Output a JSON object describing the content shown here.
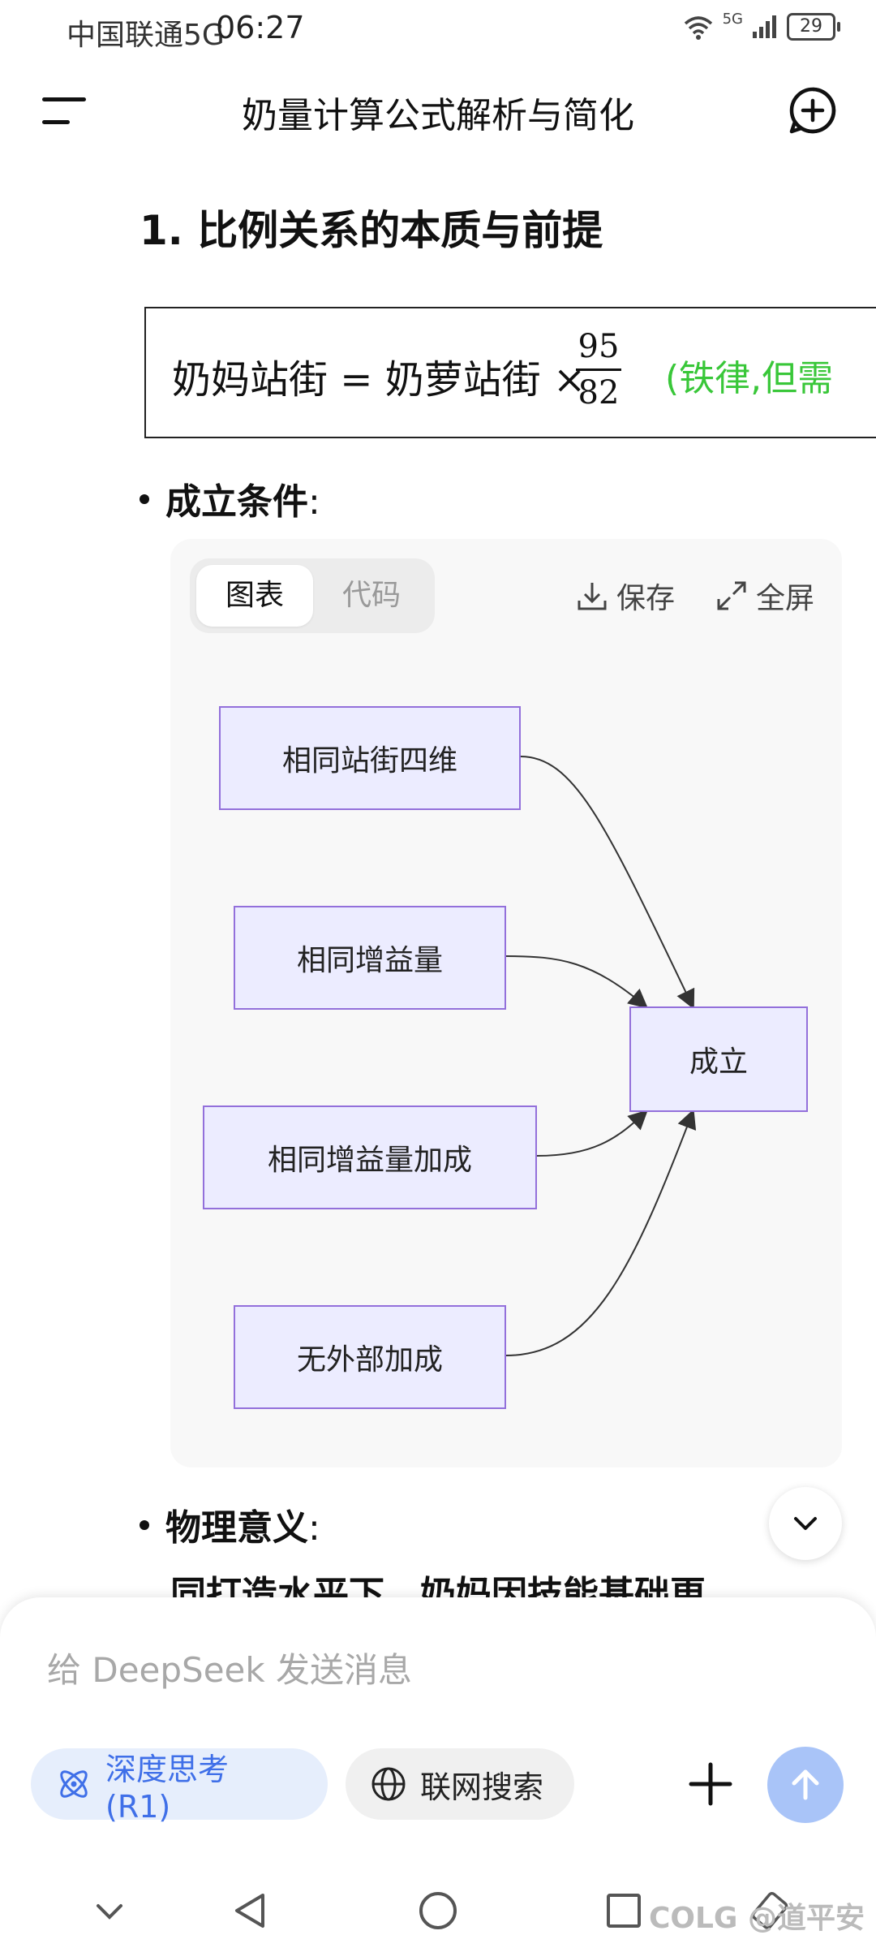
{
  "status_bar": {
    "carrier": "中国联通5G",
    "time": "06:27",
    "network": "5G",
    "battery": "29"
  },
  "header": {
    "title": "奶量计算公式解析与简化",
    "menu_icon": "menu-icon",
    "new_chat_icon": "new-chat-icon"
  },
  "content": {
    "section_title": "1. 比例关系的本质与前提",
    "formula": {
      "lhs": "奶妈站街 = 奶萝站街 ×",
      "numerator": "95",
      "denominator": "82",
      "note": "(铁律,但需"
    },
    "bullet1": {
      "label": "成立条件",
      "suffix": ":"
    },
    "diagram": {
      "tabs": [
        "图表",
        "代码"
      ],
      "actions": {
        "save": "保存",
        "fullscreen": "全屏"
      },
      "nodes": [
        "相同站街四维",
        "相同增益量",
        "相同增益量加成",
        "无外部加成"
      ],
      "target": "成立"
    },
    "bullet2": {
      "label": "物理意义",
      "suffix": ":"
    },
    "partial_text": "同打造水平下，奶妈因技能基础更"
  },
  "composer": {
    "placeholder": "给 DeepSeek 发送消息",
    "deep_think_label": "深度思考 (R1)",
    "web_search_label": "联网搜索"
  },
  "watermark": "COLG @道平安",
  "colors": {
    "node_fill": "#ececff",
    "node_border": "#9370db",
    "note_green": "#39c739",
    "deep_think_blue": "#3f6fe8",
    "send_button": "#a9c4f8"
  }
}
